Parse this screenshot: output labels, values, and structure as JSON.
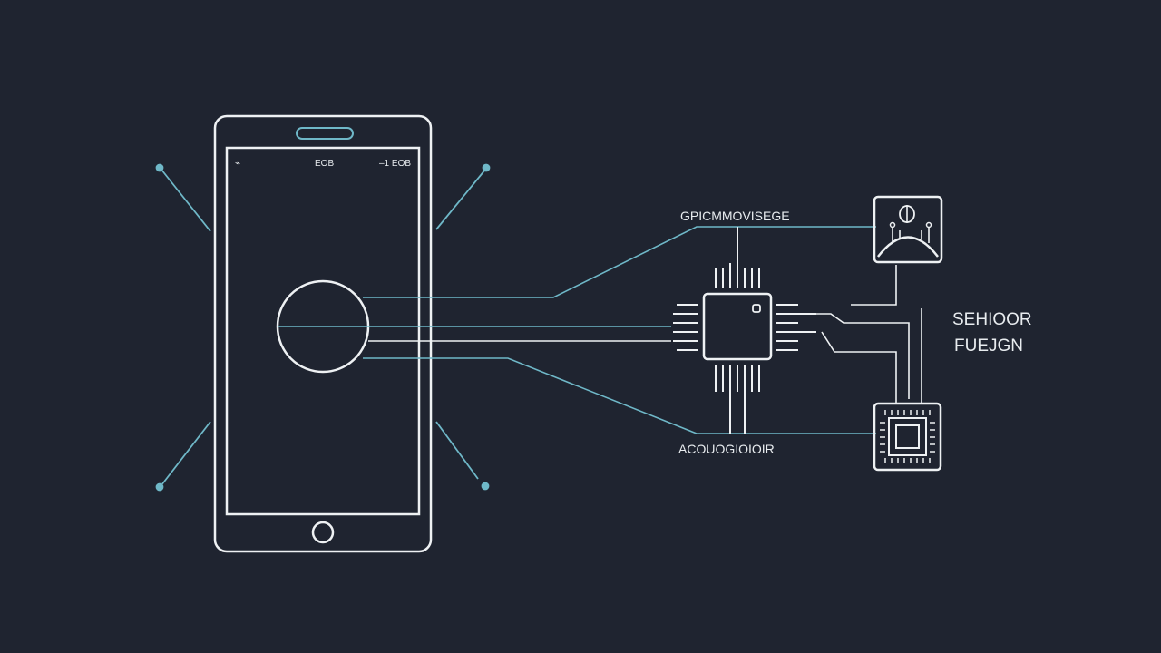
{
  "phone": {
    "status_left": "⌁",
    "status_center": "EOB",
    "status_right": "–1 EOB"
  },
  "labels": {
    "top": "GPICMMOVISEGE",
    "bottom": "ACOUOGIOIOIR",
    "right_line1": "SEHIOOR",
    "right_line2": "FUEJGN"
  },
  "colors": {
    "background": "#1f2430",
    "line_white": "#eef1f3",
    "line_cyan": "#6fb8c8"
  },
  "icons": [
    "smartphone-icon",
    "processor-chip-icon",
    "sensor-dome-icon",
    "sensor-chip-icon"
  ]
}
